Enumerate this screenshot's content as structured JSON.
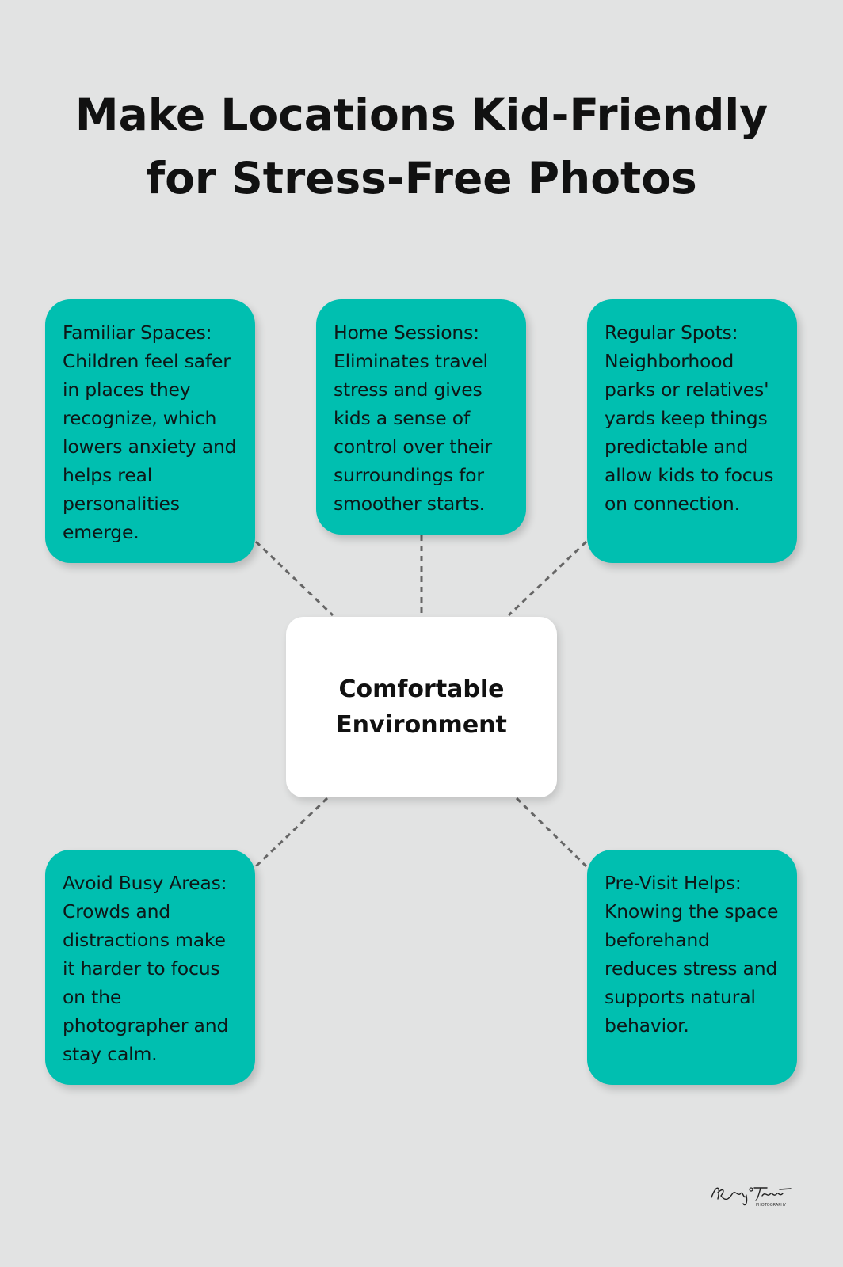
{
  "title": {
    "line1": "Make Locations Kid-Friendly",
    "line2": "for Stress-Free Photos"
  },
  "center_node": {
    "label": "Comfortable Environment"
  },
  "cards": [
    {
      "text": "Familiar Spaces: Children feel safer in places they recognize, which lowers anxiety and helps real personalities emerge."
    },
    {
      "text": "Home Sessions: Eliminates travel stress and gives kids a sense of control over their surroundings for smoother starts."
    },
    {
      "text": "Regular Spots: Neighborhood parks or relatives' yards keep things predictable and allow kids to focus on connection."
    },
    {
      "text": "Avoid Busy Areas: Crowds and distractions make it harder to focus on the photographer and stay calm."
    },
    {
      "text": "Pre-Visit Helps: Knowing the space beforehand reduces stress and supports natural behavior."
    }
  ],
  "signature": {
    "name": "Kelly Tanski",
    "tagline": "PHOTOGRAPHY"
  },
  "colors": {
    "background": "#e2e3e3",
    "card": "#00bfb0",
    "center": "#ffffff",
    "connector": "#666666",
    "text": "#111111"
  }
}
